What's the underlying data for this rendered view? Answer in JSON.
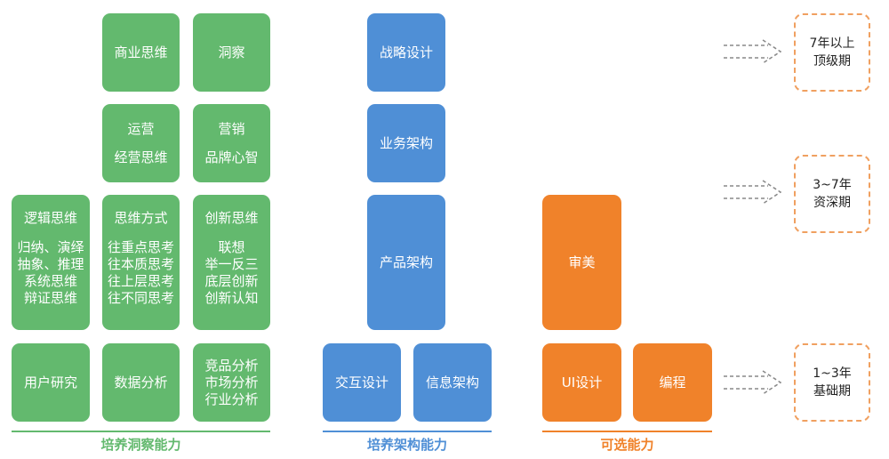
{
  "colors": {
    "green": "#63b96e",
    "blue": "#4f8fd6",
    "orange": "#f0822a",
    "stage_border": "#f0a060",
    "arrow": "#888888"
  },
  "insight": {
    "business_thinking": "商业思维",
    "insight": "洞察",
    "operations": [
      "运营",
      "经营思维"
    ],
    "marketing": [
      "营销",
      "品牌心智"
    ],
    "logic": {
      "title": "逻辑思维",
      "items": [
        "归纳、演绎",
        "抽象、推理",
        "系统思维",
        "辩证思维"
      ]
    },
    "thinking_style": {
      "title": "思维方式",
      "items": [
        "往重点思考",
        "往本质思考",
        "往上层思考",
        "往不同思考"
      ]
    },
    "innovation": {
      "title": "创新思维",
      "items": [
        "联想",
        "举一反三",
        "底层创新",
        "创新认知"
      ]
    },
    "user_research": "用户研究",
    "data_analysis": "数据分析",
    "competitive": [
      "竞品分析",
      "市场分析",
      "行业分析"
    ],
    "label": "培养洞察能力"
  },
  "architecture": {
    "strategy_design": "战略设计",
    "business_architecture": "业务架构",
    "product_architecture": "产品架构",
    "interaction_design": "交互设计",
    "information_architecture": "信息架构",
    "label": "培养架构能力"
  },
  "optional": {
    "aesthetics": "审美",
    "ui_design": "UI设计",
    "programming": "编程",
    "label": "可选能力"
  },
  "stages": [
    {
      "line1": "7年以上",
      "line2": "顶级期"
    },
    {
      "line1": "3~7年",
      "line2": "资深期"
    },
    {
      "line1": "1~3年",
      "line2": "基础期"
    }
  ]
}
